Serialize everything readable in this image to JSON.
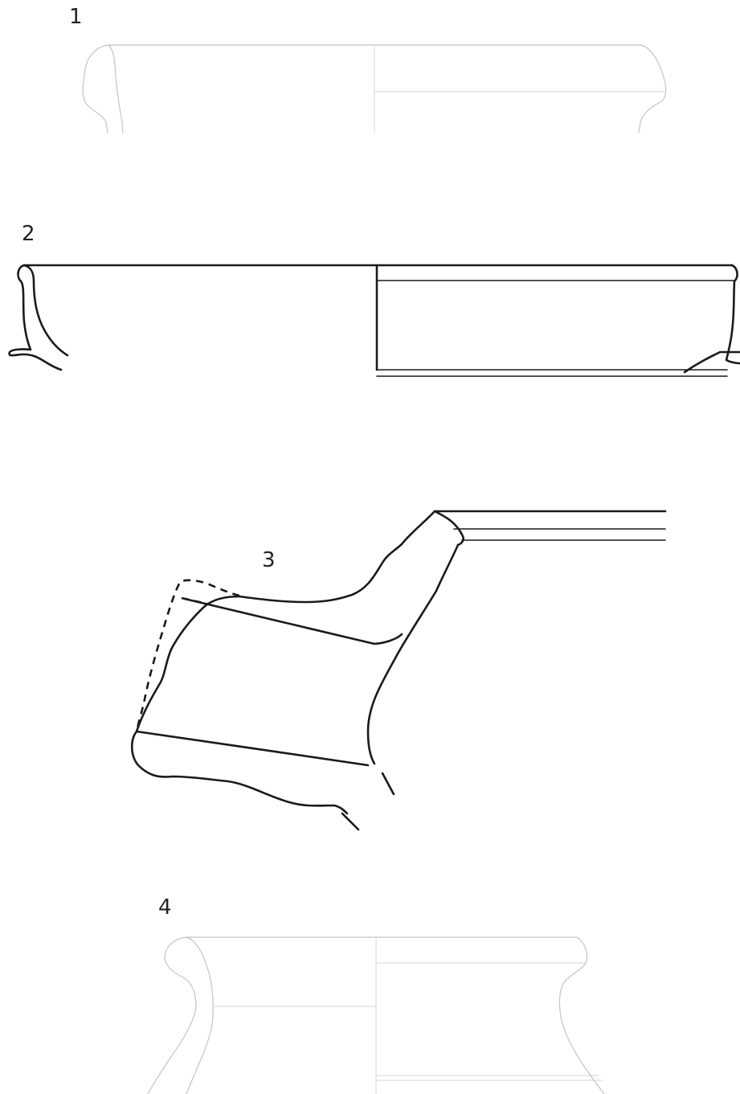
{
  "figures": [
    {
      "label": "1"
    },
    {
      "label": "2"
    },
    {
      "label": "3"
    },
    {
      "label": "4"
    }
  ],
  "colors": {
    "background": "#ffffff",
    "bold_line": "#1a1a1a",
    "faint_line": "#c4c4c4"
  }
}
